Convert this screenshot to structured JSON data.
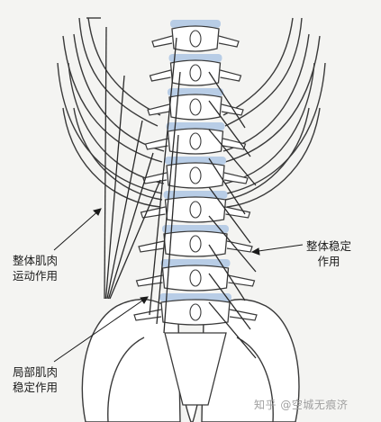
{
  "labels": {
    "global_movement": {
      "line1": "整体肌肉",
      "line2": "运动作用"
    },
    "local_stability": {
      "line1": "局部肌肉",
      "line2": "稳定作用"
    },
    "global_stability": {
      "line1": "整体稳定",
      "line2": "作用"
    }
  },
  "watermark": "知乎 @空城无痕济",
  "colors": {
    "background": "#f4f4f2",
    "bone_fill": "#ffffff",
    "outline": "#3a3a3a",
    "disc": "#b8cde6",
    "muscle_line": "#2a2a2a"
  }
}
